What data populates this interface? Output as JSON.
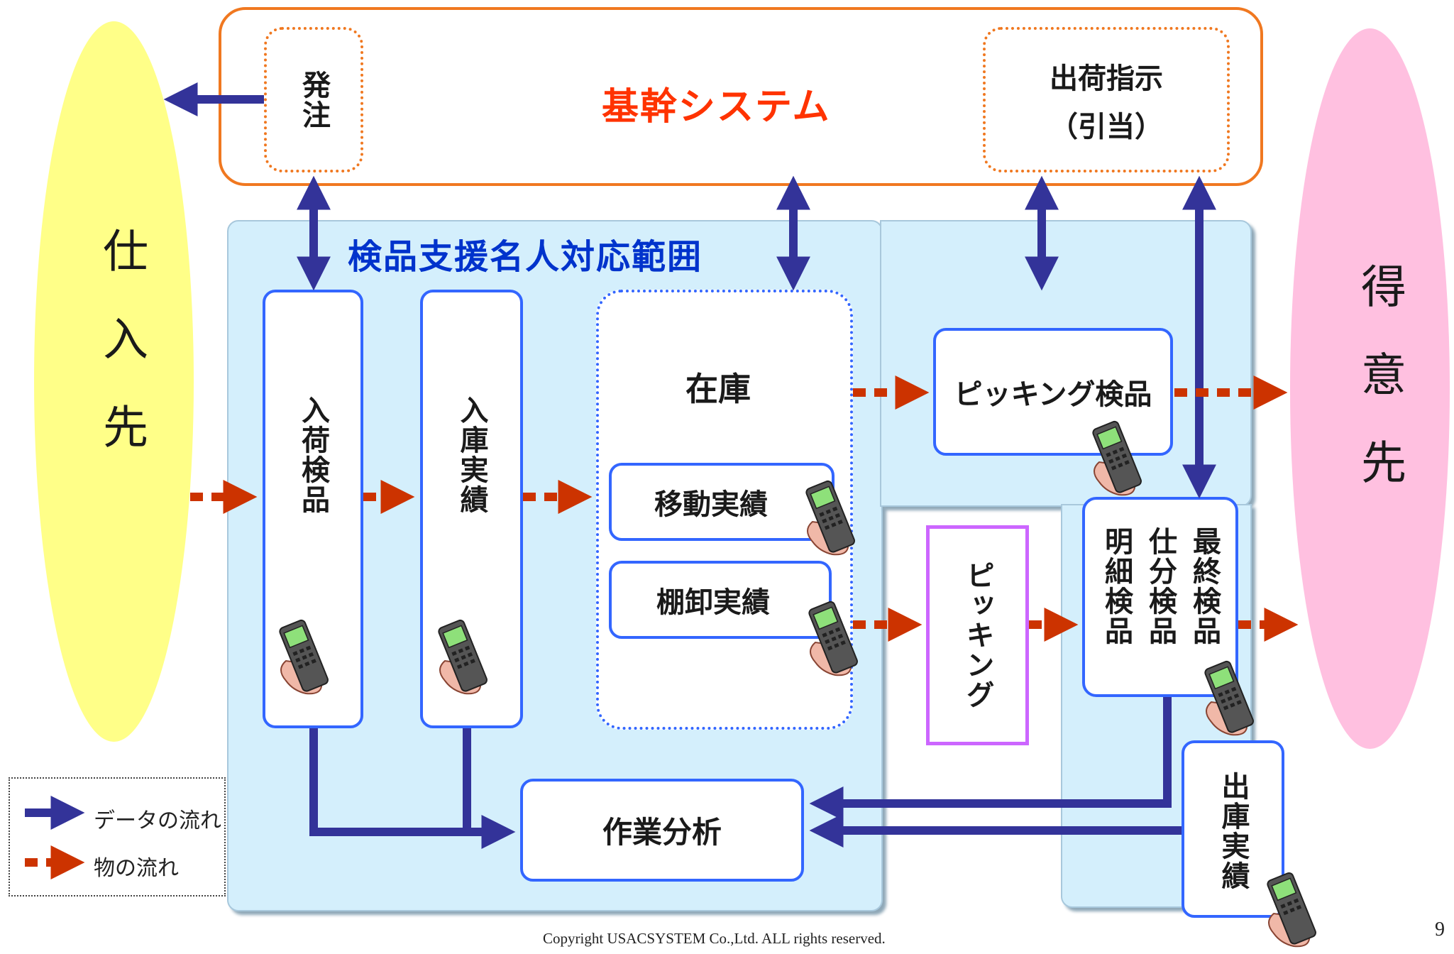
{
  "title": "基幹システム",
  "scope_label": "検品支援名人対応範囲",
  "suppliers": "仕入先",
  "customers": "得意先",
  "order": "発注",
  "shipping_instruction": {
    "line1": "出荷指示",
    "line2": "（引当）"
  },
  "receiving_inspection": "入荷検品",
  "storage_record": "入庫実績",
  "inventory": "在庫",
  "move_record": "移動実績",
  "stocktake_record": "棚卸実績",
  "picking_inspection": "ピッキング検品",
  "picking": "ピッキング",
  "final_inspection": "最終検品",
  "sorting_inspection": "仕分検品",
  "detail_inspection": "明細検品",
  "shipment_record": "出庫実績",
  "work_analysis": "作業分析",
  "legend": {
    "data_flow": "データの流れ",
    "goods_flow": "物の流れ"
  },
  "copyright": "Copyright USACSYSTEM Co.,Ltd. ALL rights reserved.",
  "page_number": "9",
  "colors": {
    "core": "#f07820",
    "title": "#ff3300",
    "scope": "#0033cc",
    "data_arrow": "#333399",
    "goods_arrow": "#cc3300",
    "box_border": "#3366ff",
    "picking_border": "#cc66ff",
    "scope_bg": "#d4effc",
    "suppliers_bg": "#ffff88",
    "customers_bg": "#ffc0e0"
  }
}
